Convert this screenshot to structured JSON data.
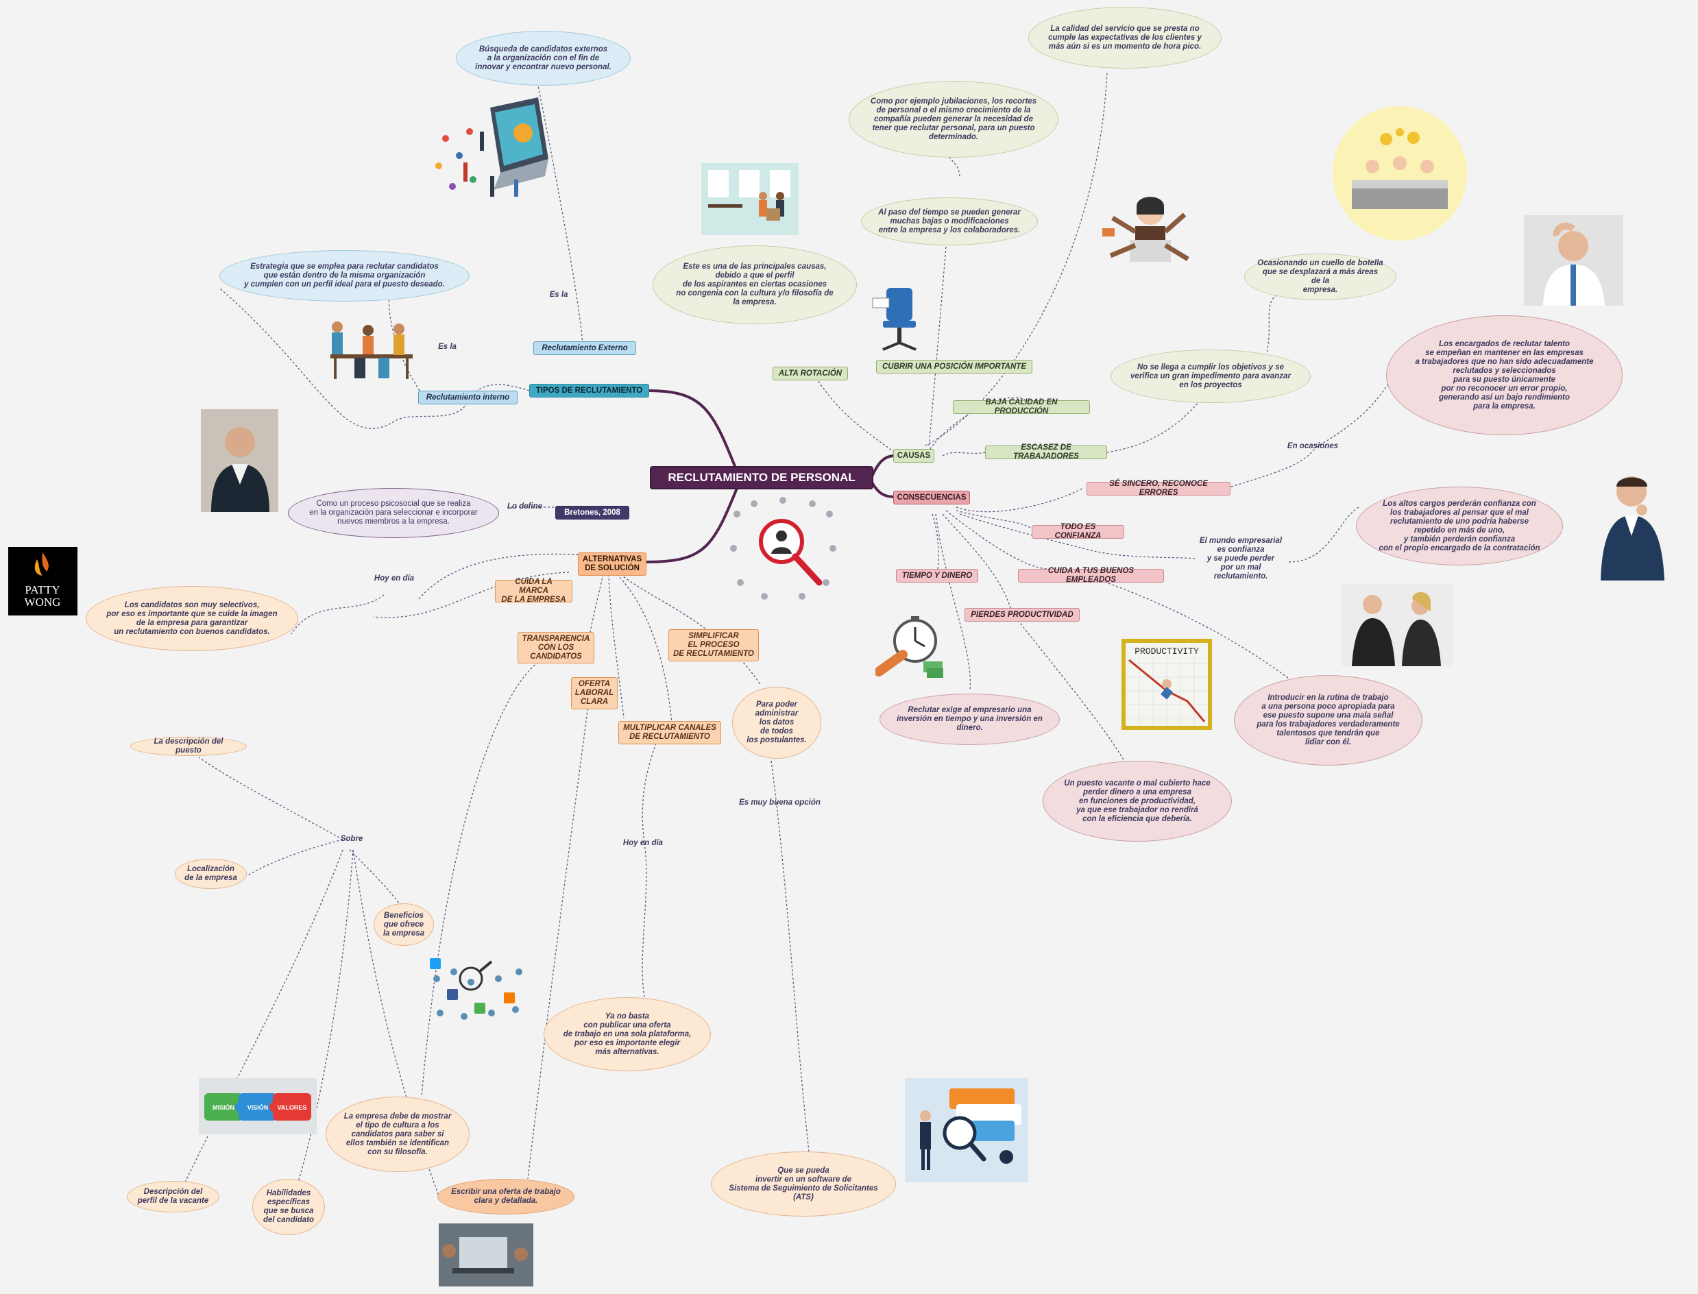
{
  "central": "RECLUTAMIENTO DE PERSONAL",
  "tipos": {
    "main": "TIPOS DE RECLUTAMIENTO",
    "externo": "Reclutamiento Externo",
    "interno": "Reclutamiento interno",
    "es_la_1": "Es la",
    "es_la_2": "Es la",
    "externo_desc": "Búsqueda de candidatos externos\na la organización con el fin de\ninnovar y encontrar nuevo personal.",
    "interno_desc": "Estrategia que se emplea para reclutar candidatos\nque están dentro de la misma organización\ny cumplen con un perfil ideal para el puesto deseado."
  },
  "definicion": {
    "author": "Bretones, 2008",
    "lo_define": "Lo define",
    "text": "Como un proceso psicosocial que se realiza\nen la organización para seleccionar e incorporar\nnuevos miembros a la empresa."
  },
  "causas": {
    "main": "CAUSAS",
    "alta_rotacion": "ALTA ROTACIÓN",
    "alta_rotacion_desc": "Este es una de las principales causas,\ndebido a que el perfil\nde los aspirantes en ciertas ocasiones\nno congenia con la cultura y/o filosofía de\nla empresa.",
    "cubrir": "CUBRIR UNA POSICIÓN IMPORTANTE",
    "cubrir_desc_1": "Al paso del tiempo se pueden generar\nmuchas bajas o modificaciones\nentre la empresa y los colaboradores.",
    "cubrir_desc_2": "Como por ejemplo jubilaciones, los recortes\nde personal o el mismo crecimiento de la\ncompañía pueden generar la necesidad de\ntener que reclutar personal, para un puesto\ndeterminado.",
    "baja_calidad": "BAJA CALIDAD EN PRODUCCIÓN",
    "baja_calidad_desc": "La calidad del servicio que se presta no\ncumple las expectativas de los clientes y\nmás aún si es un momento de hora pico.",
    "escasez": "ESCASEZ DE TRABAJADORES",
    "escasez_desc_1": "No se llega a cumplir los objetivos y se\nverifica un gran impedimento para avanzar\nen los proyectos",
    "escasez_desc_2": "Ocasionando un cuello de botella\nque se desplazará a más áreas de la\nempresa."
  },
  "consecuencias": {
    "main": "CONSECUENCIAS",
    "sincero": "SÉ SINCERO, RECONOCE ERRORES",
    "en_ocasiones": "En ocasiones",
    "sincero_desc": "Los encargados de reclutar talento\nse empeñan en mantener en las empresas\na trabajadores que no han sido adecuadamente\nreclutados y seleccionados\npara su puesto únicamente\npor no reconocer un error propio,\ngenerando así un bajo rendimiento\npara la empresa.",
    "confianza": "TODO ES CONFIANZA",
    "confianza_mid": "El mundo empresarial\nes confianza\ny se puede perder\npor un mal\nreclutamiento.",
    "confianza_desc": "Los altos cargos perderán confianza con\nlos trabajadores al pensar que el mal\nreclutamiento de uno podría haberse\nrepetido en más de uno,\ny también perderán confianza\ncon el propio encargado de la contratación",
    "tiempo": "TIEMPO Y DINERO",
    "tiempo_desc": "Reclutar exige al empresario una\ninversión en tiempo y una inversión en\ndinero.",
    "productividad": "PIERDES PRODUCTIVIDAD",
    "productividad_desc": "Un puesto vacante o mal cubierto hace\nperder dinero a una empresa\nen funciones de productividad,\nya que ese trabajador no rendirá\ncon la eficiencia que debería.",
    "cuida": "CUIDA A TUS BUENOS EMPLEADOS",
    "cuida_desc": "Introducir en la rutina de trabajo\na una persona poco apropiada para\nese puesto supone una mala señal\npara los trabajadores verdaderamente\ntalentosos que tendrán que\nlidiar con él.",
    "productivity_word": "PRODUCTIVITY"
  },
  "alternativas": {
    "main": "ALTERNATIVAS\nDE SOLUCIÓN",
    "marca": "CUIDA LA MARCA\nDE LA EMPRESA",
    "hoy_en_dia_1": "Hoy en día",
    "marca_desc": "Los candidatos son muy selectivos,\npor eso es importante que se cuide la imagen\nde la empresa para garantizar\nun reclutamiento con buenos candidatos.",
    "transparencia": "TRANSPARENCIA\nCON LOS\nCANDIDATOS",
    "transparencia_desc": "La empresa debe de mostrar\nel tipo de cultura a los\ncandidatos para saber si\nellos también se identifican\ncon su filosofía.",
    "oferta": "OFERTA\nLABORAL\nCLARA",
    "oferta_desc": "Escribir una oferta de trabajo\nclara y detallada.",
    "multiplicar": "MULTIPLICAR CANALES\nDE RECLUTAMIENTO",
    "hoy_en_dia_2": "Hoy en día",
    "multiplicar_desc": "Ya no basta\ncon publicar una oferta\nde trabajo en una sola plataforma,\npor eso es importante elegir\nmás alternativas.",
    "simplificar": "SIMPLIFICAR\nEL PROCESO\nDE RECLUTAMIENTO",
    "simplificar_desc_1": "Para poder\nadministrar\nlos datos\nde todos\nlos postulantes.",
    "es_muy_buena": "Es muy buena opción",
    "simplificar_desc_2": "Que se pueda\ninvertir en un software de\nSistema de Seguimiento de Solicitantes\n(ATS)",
    "sobre": "Sobre",
    "descripcion_puesto": "La descripción del puesto",
    "localizacion": "Localización\nde la empresa",
    "beneficios": "Beneficios\nque ofrece\nla empresa",
    "descripcion_perfil": "Descripción del\nperfil de la vacante",
    "habilidades": "Habilidades\nespecíficas\nque se busca\ndel candidato"
  },
  "logo": {
    "line1": "PATTY",
    "line2": "WONG"
  },
  "puzzle": {
    "p1": "MISIÓN",
    "p2": "VISIÓN",
    "p3": "VALORES"
  },
  "colors": {
    "central": "#53244f",
    "link_main": "#53244f",
    "link_dashed": "#5a5682"
  }
}
